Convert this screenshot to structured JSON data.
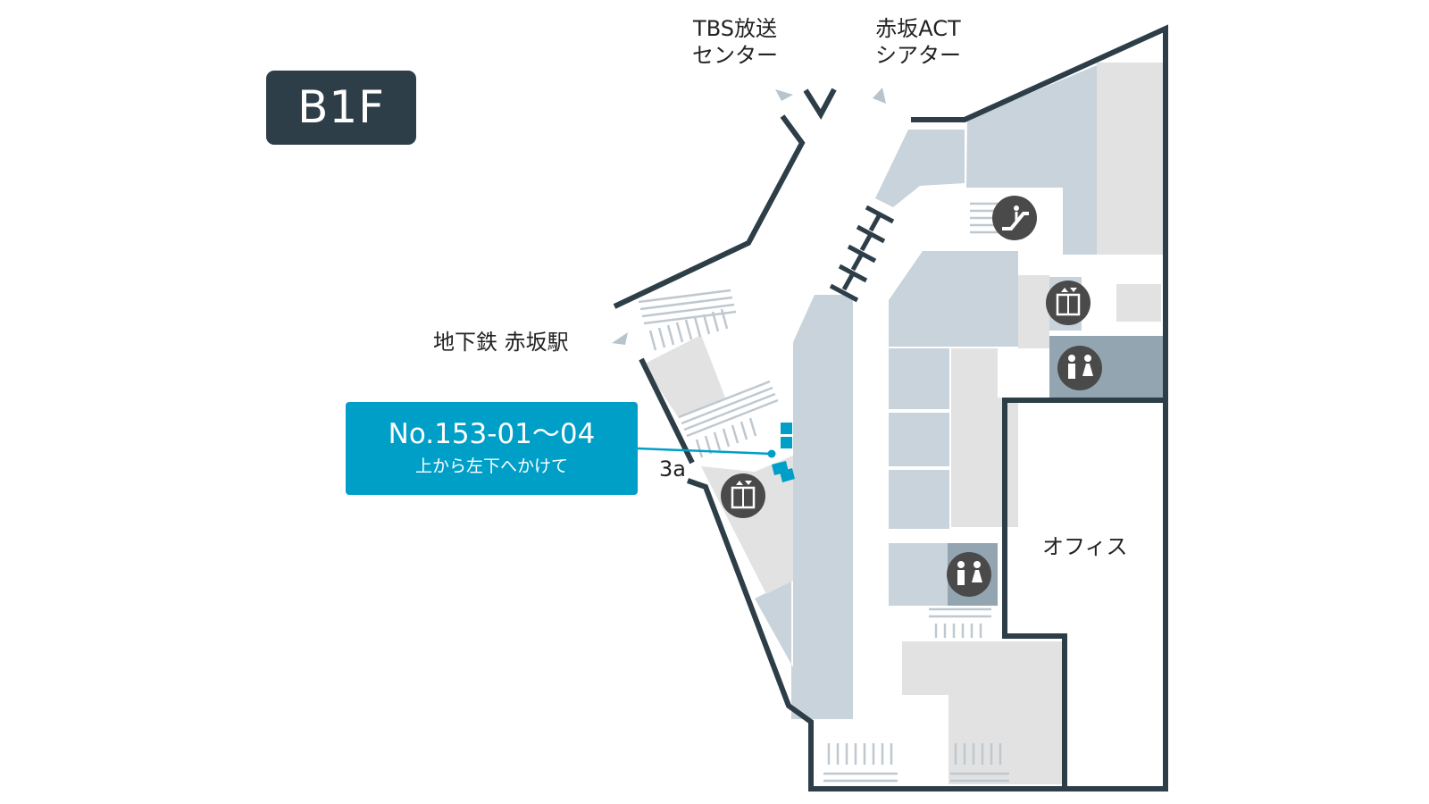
{
  "floor": {
    "label": "B1F"
  },
  "destinations": {
    "tbs_line1": "TBS放送",
    "tbs_line2": "センター",
    "act_line1": "赤坂ACT",
    "act_line2": "シアター",
    "subway": "地下鉄 赤坂駅"
  },
  "callout": {
    "title": "No.153-01～04",
    "subtitle": "上から左下へかけて"
  },
  "labels": {
    "exit": "3a",
    "office": "オフィス"
  },
  "icons": [
    "escalator-icon",
    "elevator-icon",
    "restroom-icon"
  ],
  "colors": {
    "badge": "#2d3e48",
    "wall": "#2d3e48",
    "shop": "#c8d3db",
    "dark_shop": "#93a5b0",
    "facility": "#e2e2e2",
    "highlight": "#009fc8",
    "icon_bg": "#4a4a4a"
  }
}
